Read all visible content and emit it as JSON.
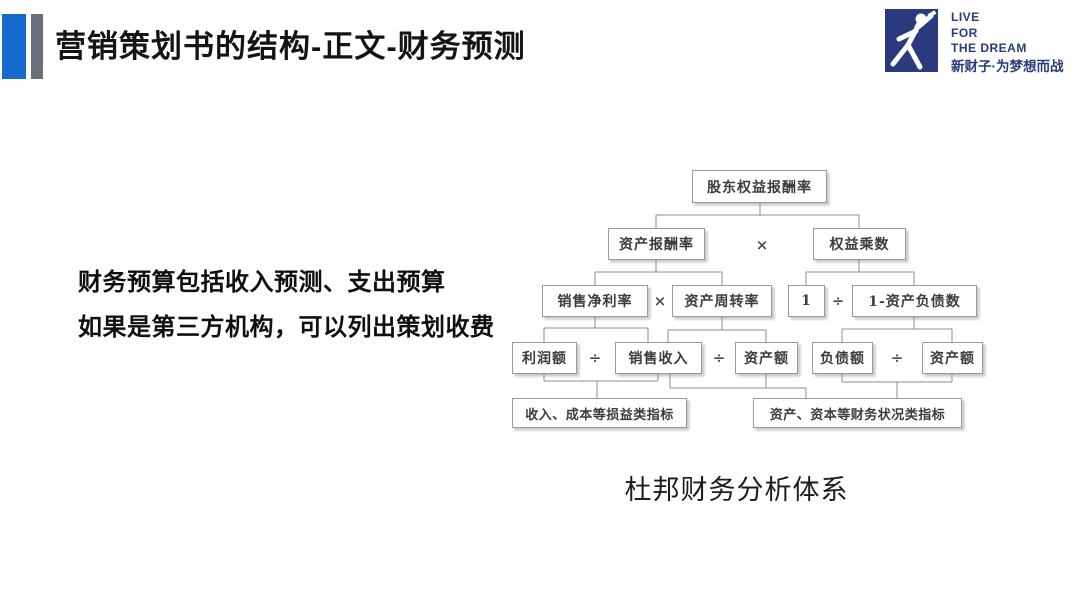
{
  "slide": {
    "title": "营销策划书的结构-正文-财务预测",
    "body_lines": [
      "财务预算包括收入预测、支出预算",
      "如果是第三方机构，可以列出策划收费"
    ],
    "caption": "杜邦财务分析体系"
  },
  "logo": {
    "icon": "dancing-figure-icon",
    "lines": [
      "LIVE",
      "FOR",
      "THE DREAM"
    ],
    "tagline": "新财子·为梦想而战",
    "navy": "#2b3a7e"
  },
  "colors": {
    "accent_blue": "#1569cf",
    "accent_gray": "#687078",
    "box_border": "#9a9a9a",
    "connector": "#8f8f8f"
  },
  "diagram": {
    "nodes": [
      {
        "id": "roe",
        "label": "股东权益报酬率"
      },
      {
        "id": "roa",
        "label": "资产报酬率"
      },
      {
        "id": "equity-multiplier",
        "label": "权益乘数"
      },
      {
        "id": "net-profit-margin",
        "label": "销售净利率"
      },
      {
        "id": "asset-turnover",
        "label": "资产周转率"
      },
      {
        "id": "one",
        "label": "1"
      },
      {
        "id": "one-minus-debt-ratio",
        "label": "1-资产负债数"
      },
      {
        "id": "profit",
        "label": "利润额"
      },
      {
        "id": "sales-revenue",
        "label": "销售收入"
      },
      {
        "id": "assets-mid",
        "label": "资产额"
      },
      {
        "id": "liabilities",
        "label": "负债额"
      },
      {
        "id": "assets-right",
        "label": "资产额"
      },
      {
        "id": "pl-indicators",
        "label": "收入、成本等损益类指标"
      },
      {
        "id": "bs-indicators",
        "label": "资产、资本等财务状况类指标"
      }
    ],
    "operators": [
      {
        "between": "资产报酬率|权益乘数",
        "symbol": "×"
      },
      {
        "between": "销售净利率|资产周转率",
        "symbol": "×"
      },
      {
        "between": "1|1-资产负债数",
        "symbol": "÷"
      },
      {
        "between": "利润额|销售收入",
        "symbol": "÷"
      },
      {
        "between": "销售收入|资产额",
        "symbol": "÷"
      },
      {
        "between": "负债额|资产额",
        "symbol": "÷"
      }
    ],
    "relations": [
      "股东权益报酬率 = 资产报酬率 × 权益乘数",
      "资产报酬率 = 销售净利率 × 资产周转率",
      "权益乘数 = 1 ÷ (1-资产负债数)",
      "销售净利率 = 利润额 ÷ 销售收入",
      "资产周转率 = 销售收入 ÷ 资产额",
      "1-资产负债数 → 负债额 ÷ 资产额",
      "利润额、销售收入 → 收入、成本等损益类指标",
      "资产额、负债额、资产额 → 资产、资本等财务状况类指标"
    ]
  }
}
